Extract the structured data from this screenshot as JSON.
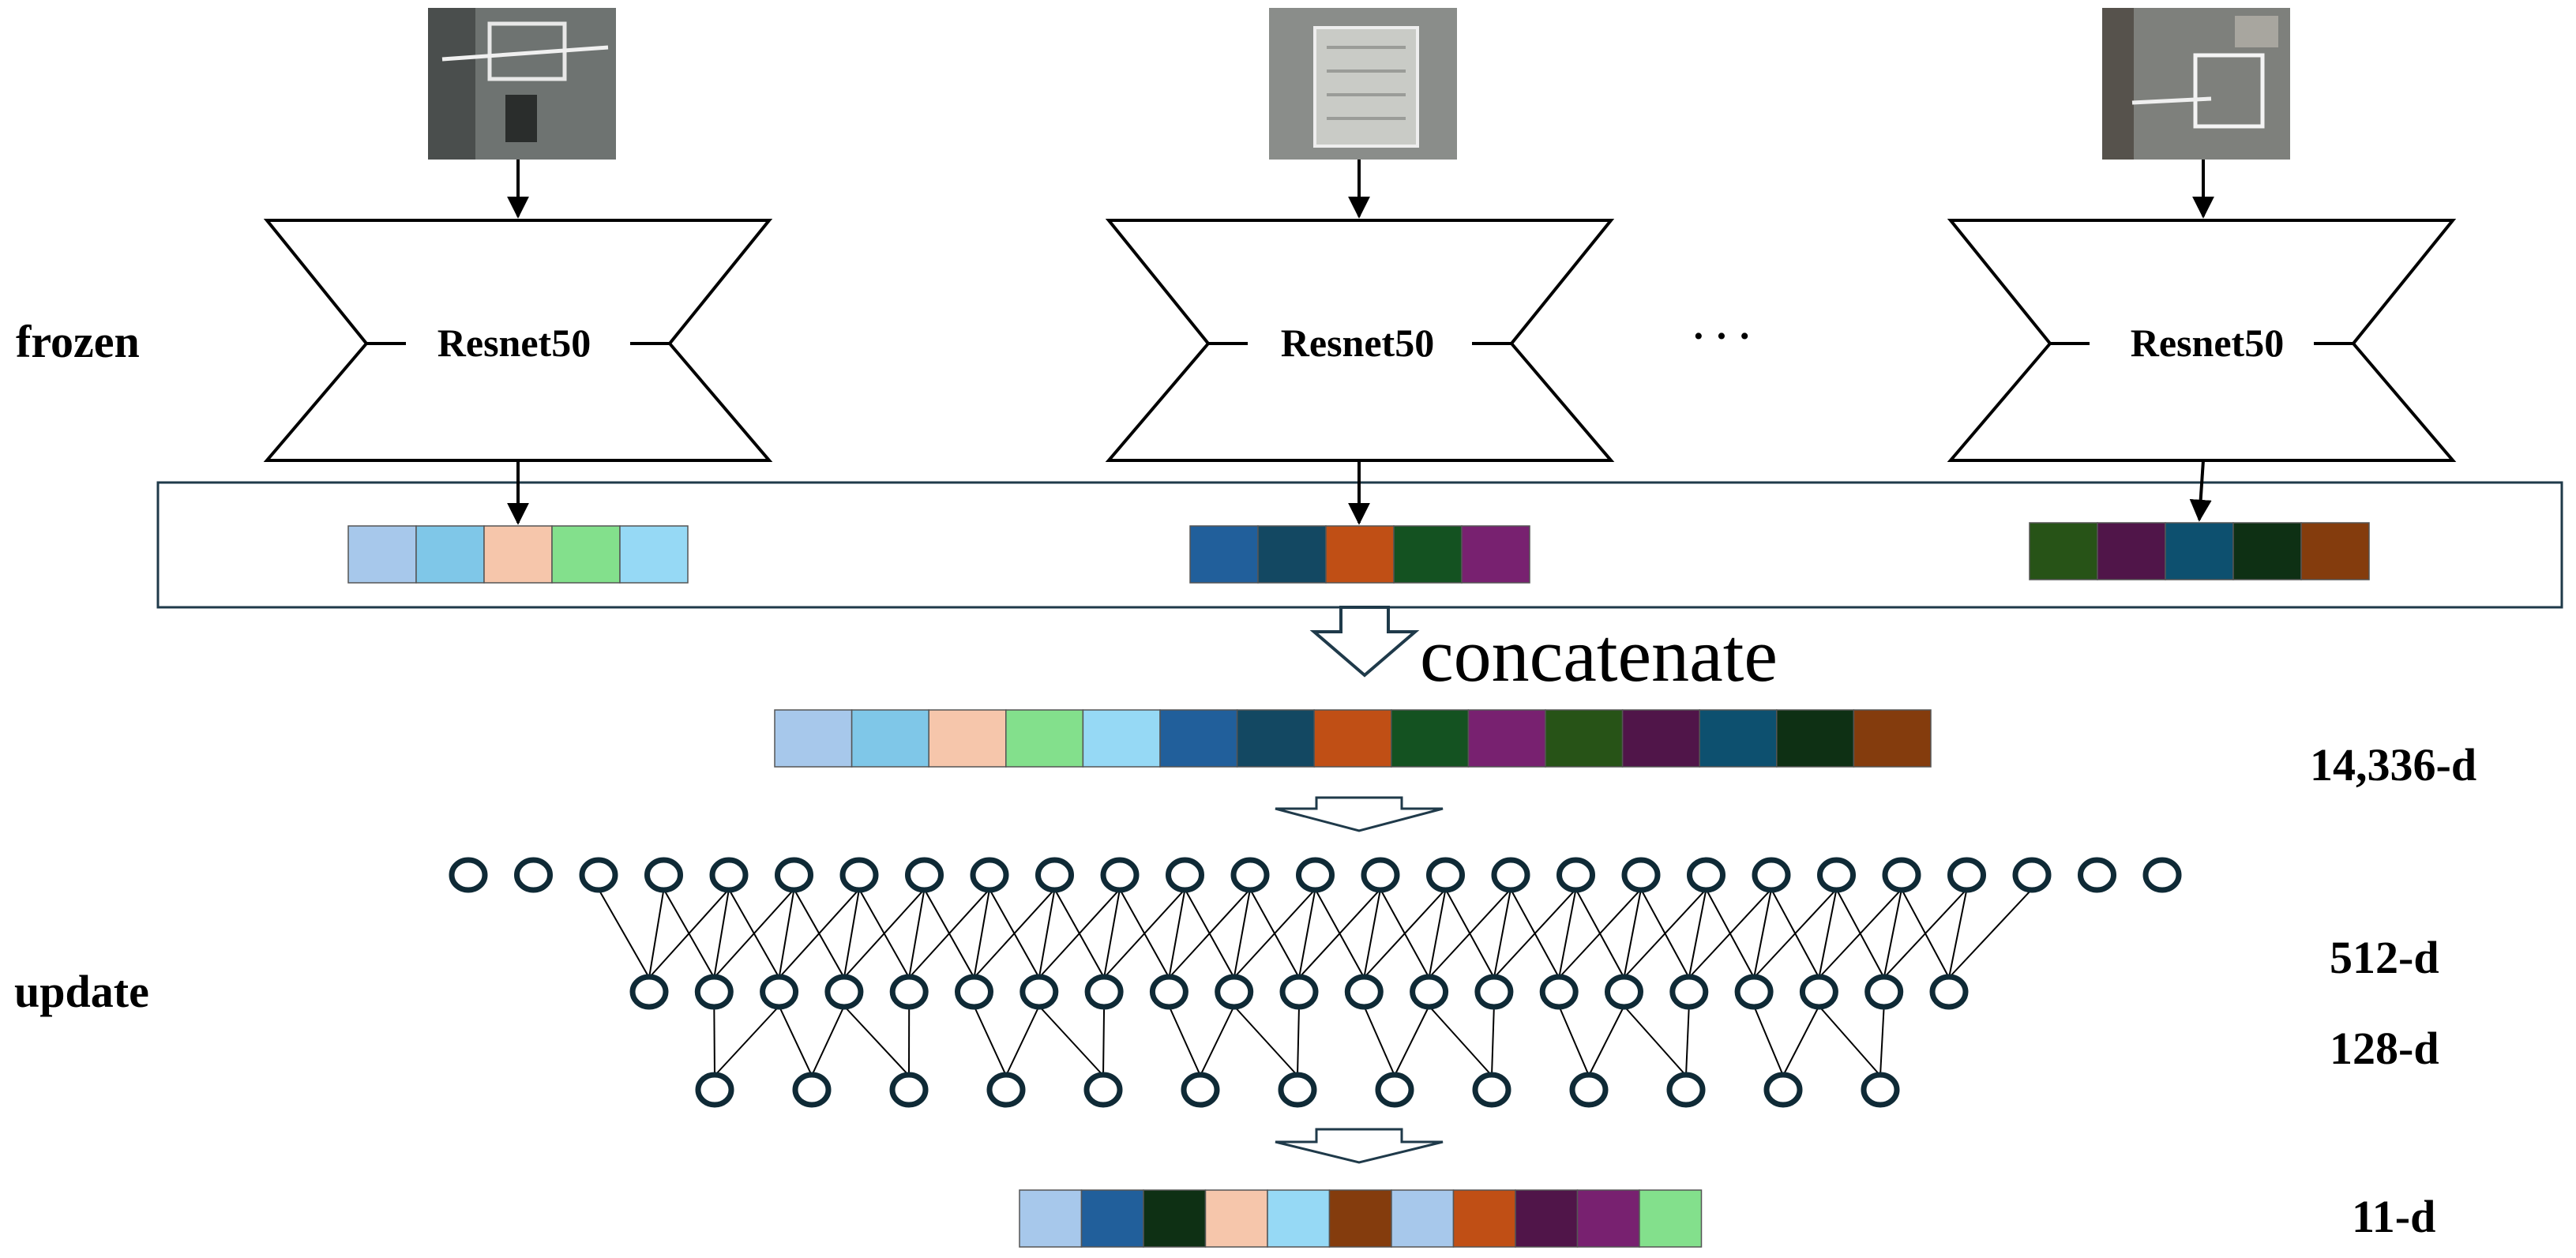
{
  "labels": {
    "frozen": "frozen",
    "update": "update",
    "encoder": "Resnet50",
    "ellipsis": "· · ·",
    "concatenate": "concatenate",
    "dim_concat": "14,336-d",
    "dim_512": "512-d",
    "dim_128": "128-d",
    "dim_out": "11-d"
  },
  "colors": {
    "arrow": "#000000",
    "node_stroke": "#0f2a36",
    "box_stroke": "#1f3a4a",
    "satellite_bg": "#6b6f6e"
  },
  "feature_blocks": [
    [
      "#a7c8eb",
      "#7fc7e8",
      "#f6c6ab",
      "#83e08c",
      "#96d9f5"
    ],
    [
      "#215f9b",
      "#134862",
      "#c04f15",
      "#145221",
      "#782170"
    ],
    [
      "#275317",
      "#501549",
      "#0d506f",
      "#0e3014",
      "#843c0d"
    ]
  ],
  "concat_blocks": [
    "#a7c8eb",
    "#7fc7e8",
    "#f6c6ab",
    "#83e08c",
    "#96d9f5",
    "#215f9b",
    "#134862",
    "#c04f15",
    "#145221",
    "#782170",
    "#275317",
    "#501549",
    "#0d506f",
    "#0e3014",
    "#843c0d"
  ],
  "output_blocks": [
    "#a7c8eb",
    "#215f9b",
    "#0e3014",
    "#f6c6ab",
    "#96d9f5",
    "#843c0d",
    "#a7c8eb",
    "#c04f15",
    "#501549",
    "#782170",
    "#83e08c"
  ]
}
